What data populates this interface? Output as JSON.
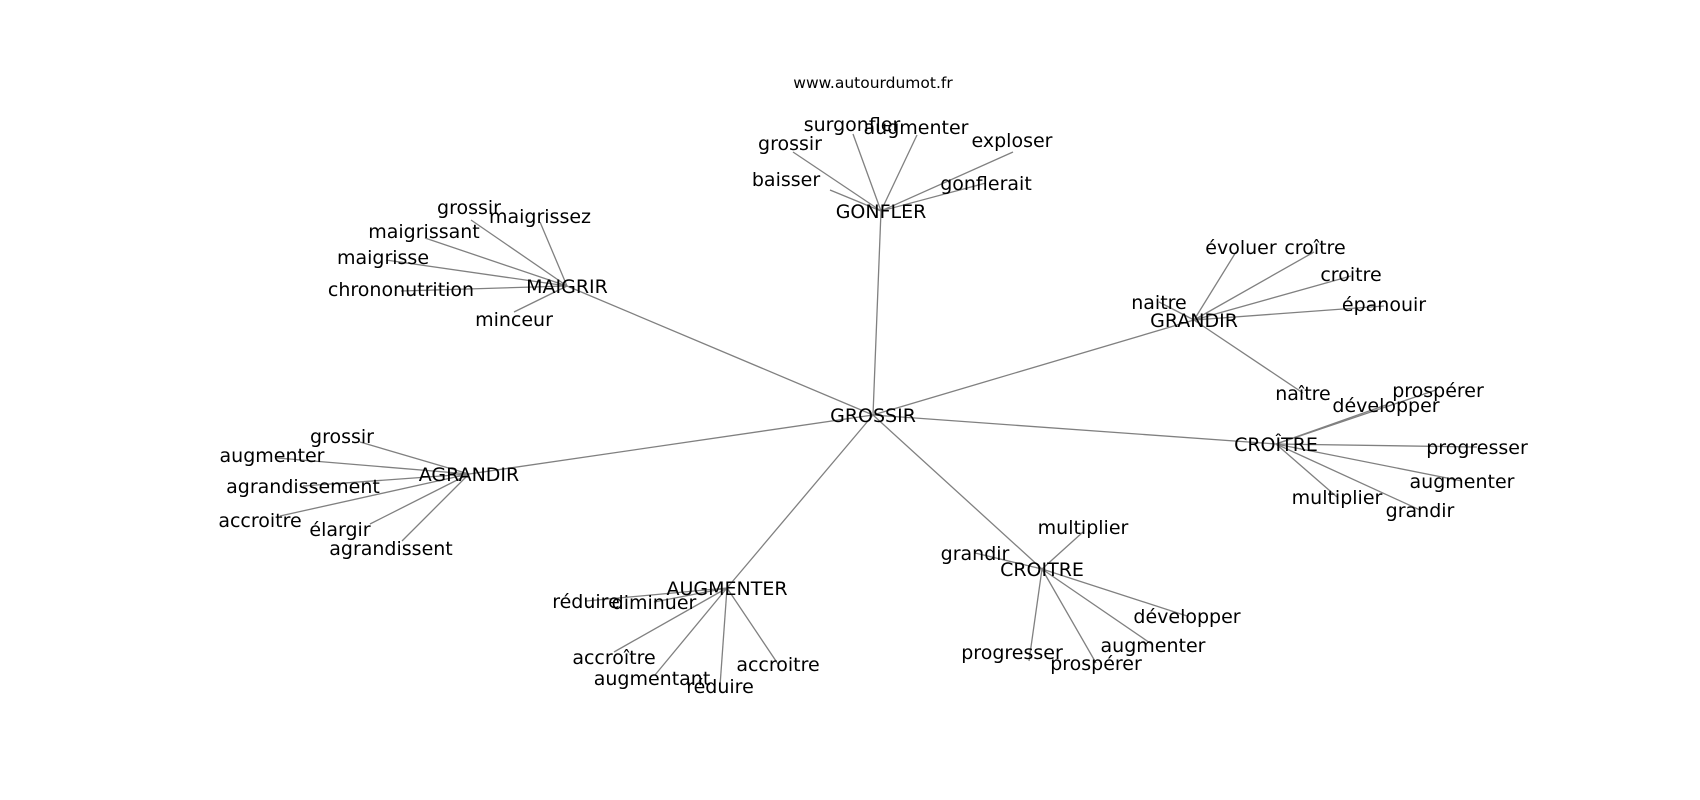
{
  "credit": "www.autourdumot.fr",
  "root": "GROSSIR",
  "hubs": [
    {
      "id": "gonfler",
      "label": "GONFLER",
      "leaves": [
        "baisser",
        "grossir",
        "surgonfler",
        "augmenter",
        "exploser",
        "gonflerait"
      ]
    },
    {
      "id": "maigrir",
      "label": "MAIGRIR",
      "leaves": [
        "grossir",
        "maigrissez",
        "maigrissant",
        "maigrisse",
        "chrononutrition",
        "minceur"
      ]
    },
    {
      "id": "grandir",
      "label": "GRANDIR",
      "leaves": [
        "naitre",
        "évoluer",
        "croître",
        "croitre",
        "épanouir",
        "naître"
      ]
    },
    {
      "id": "croitre-circ",
      "label": "CROÎTRE",
      "leaves": [
        "prospérer",
        "développer",
        "progresser",
        "augmenter",
        "grandir",
        "multiplier"
      ]
    },
    {
      "id": "agrandir",
      "label": "AGRANDIR",
      "leaves": [
        "grossir",
        "augmenter",
        "agrandissement",
        "accroitre",
        "élargir",
        "agrandissent"
      ]
    },
    {
      "id": "augmenter",
      "label": "AUGMENTER",
      "leaves": [
        "réduire",
        "diminuer",
        "accroître",
        "augmentant",
        "réduire",
        "accroitre"
      ]
    },
    {
      "id": "croitre",
      "label": "CROITRE",
      "leaves": [
        "multiplier",
        "grandir",
        "développer",
        "augmenter",
        "progresser",
        "prospérer"
      ]
    }
  ]
}
